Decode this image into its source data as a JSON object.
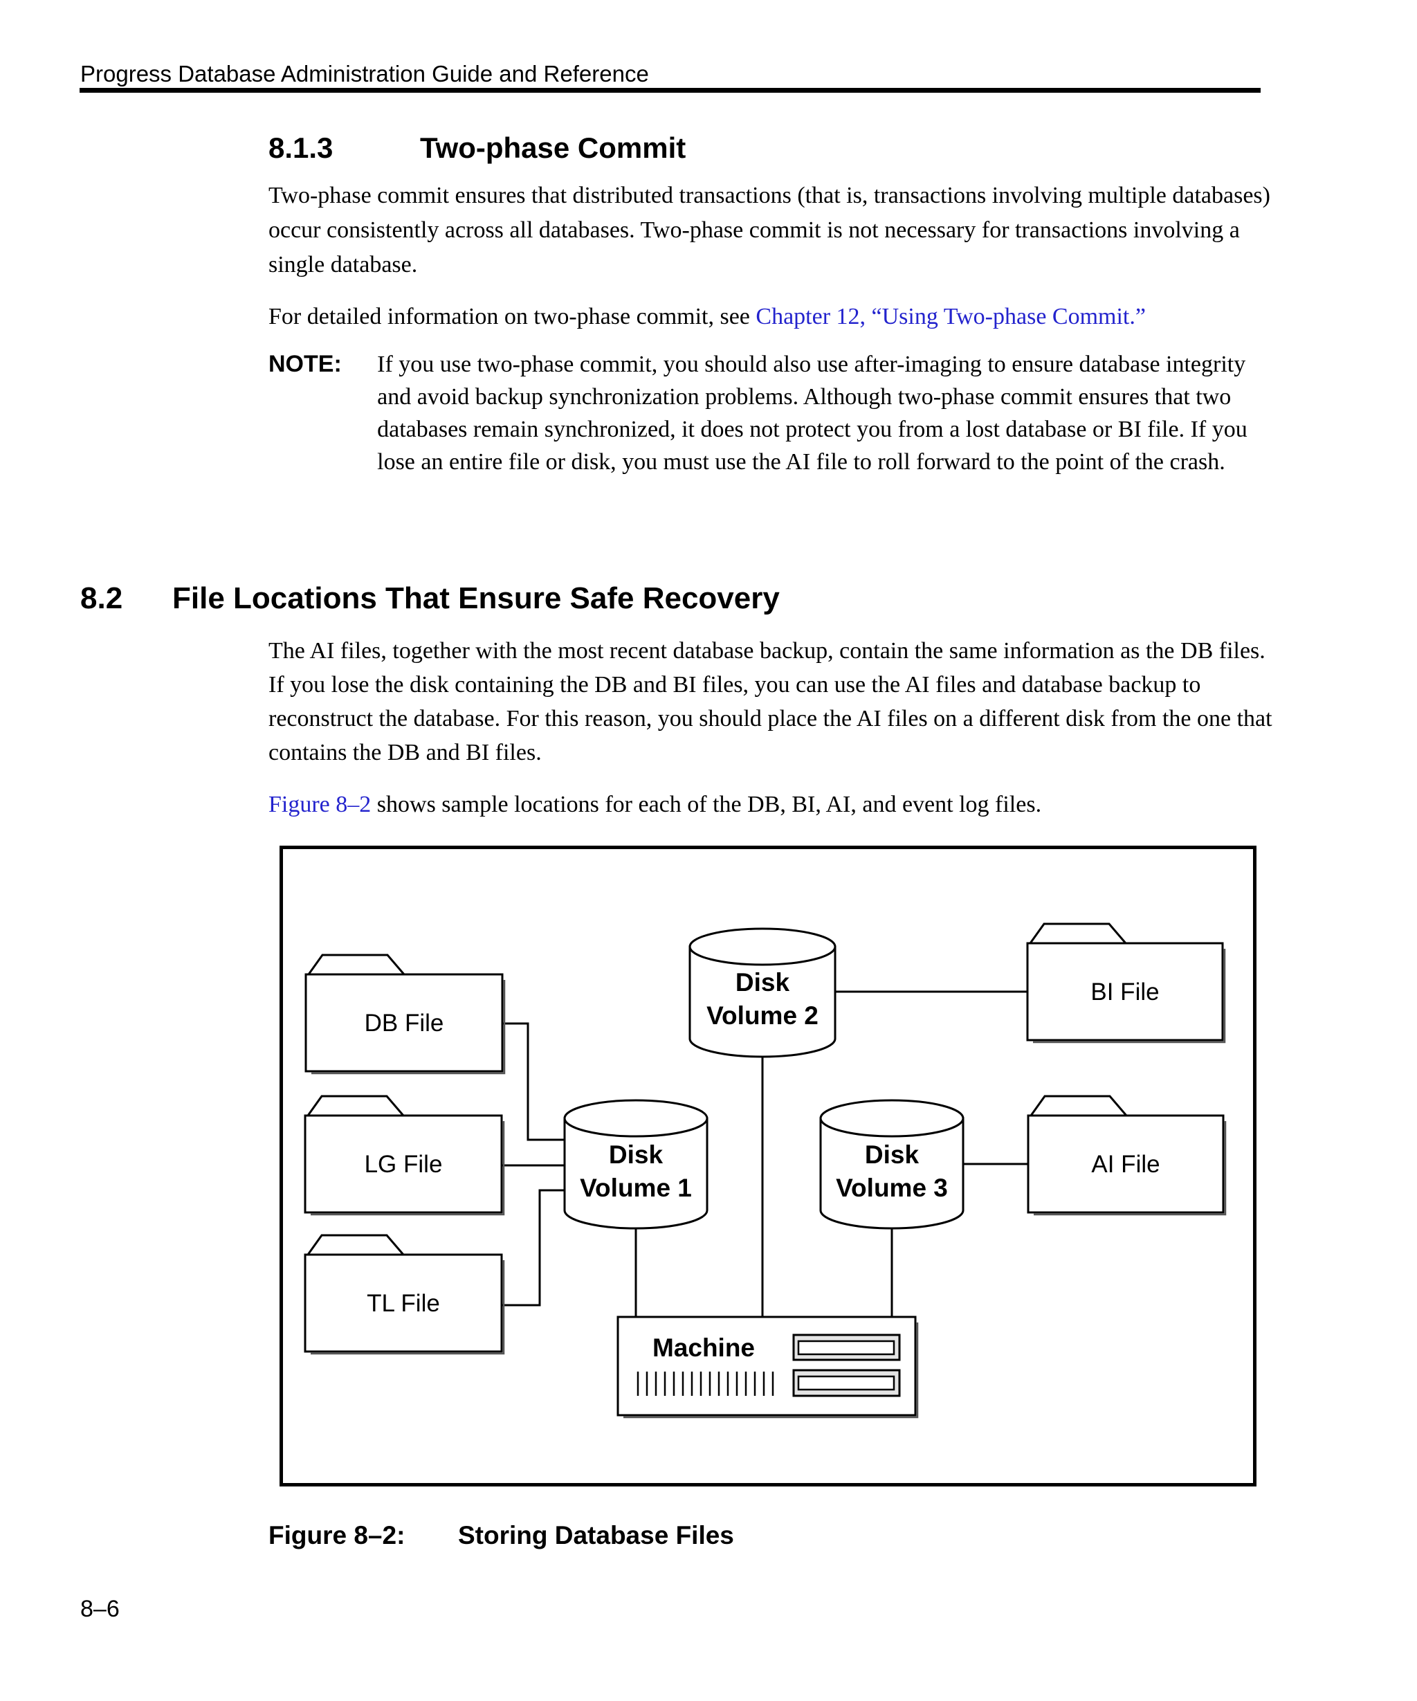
{
  "header": {
    "text": "Progress Database Administration Guide and Reference",
    "page_number": "8–6"
  },
  "section_813": {
    "number": "8.1.3",
    "title": "Two-phase Commit",
    "para1": "Two-phase commit ensures that distributed transactions (that is, transactions involving multiple databases) occur consistently across all databases. Two-phase commit is not necessary for transactions involving a single database.",
    "para2_prefix": "For detailed information on two-phase commit, see ",
    "para2_link": "Chapter 12, “Using Two-phase Commit.”",
    "note_label": "NOTE:",
    "note_text": "If you use two-phase commit, you should also use after-imaging to ensure database integrity and avoid backup synchronization problems. Although two-phase commit ensures that two databases remain synchronized, it does not protect you from a lost database or BI file. If you lose an entire file or disk, you must use the AI file to roll forward to the point of the crash."
  },
  "section_82": {
    "number": "8.2",
    "title": "File Locations That Ensure Safe Recovery",
    "para1": "The AI files, together with the most recent database backup, contain the same information as the DB files. If you lose the disk containing the DB and BI files, you can use the AI files and database backup to reconstruct the database. For this reason, you should place the AI files on a different disk from the one that contains the DB and BI files.",
    "para2_link": "Figure 8–2",
    "para2_suffix": " shows sample locations for each of the DB, BI, AI, and event log files."
  },
  "figure": {
    "caption_label": "Figure 8–2:",
    "caption_title": "Storing Database Files",
    "db_folder": "DB File",
    "lg_folder": "LG File",
    "tl_folder": "TL File",
    "bi_folder": "BI File",
    "ai_folder": "AI File",
    "disk1_line1": "Disk",
    "disk1_line2": "Volume 1",
    "disk2_line1": "Disk",
    "disk2_line2": "Volume 2",
    "disk3_line1": "Disk",
    "disk3_line2": "Volume 3",
    "machine": "Machine"
  }
}
